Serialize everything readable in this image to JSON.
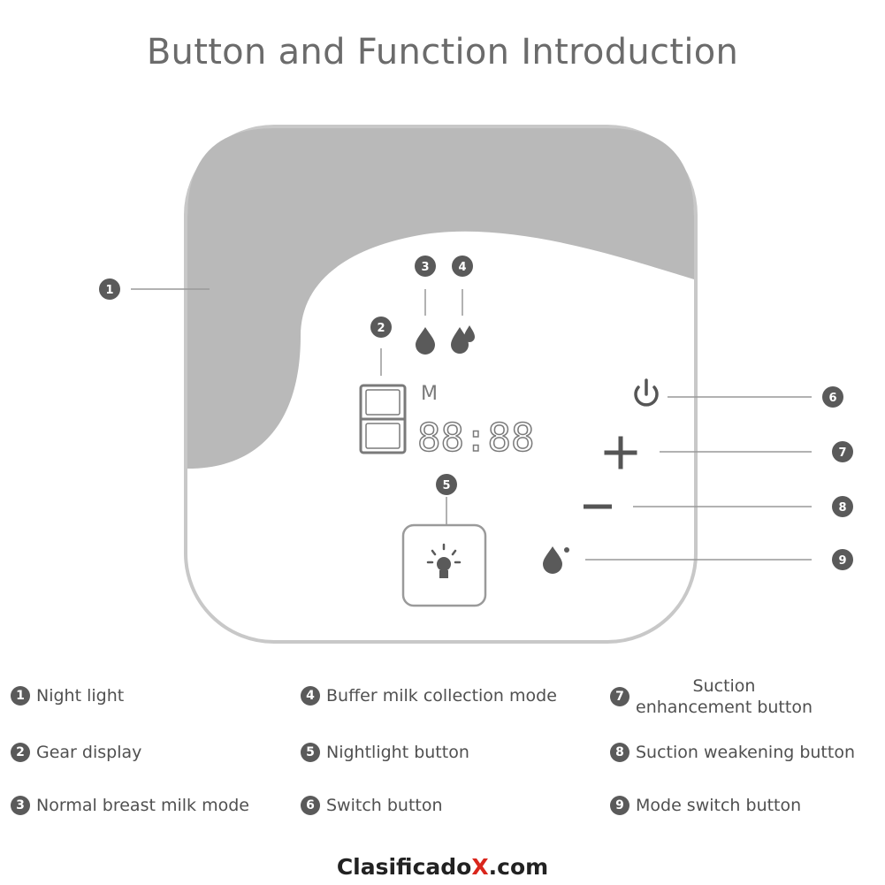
{
  "title": "Button and Function Introduction",
  "display": {
    "gear_digit": "8",
    "mode_letter": "M",
    "time": "88:88"
  },
  "callouts": [
    "1",
    "2",
    "3",
    "4",
    "5",
    "6",
    "7",
    "8",
    "9"
  ],
  "legend": [
    {
      "num": "1",
      "text": "Night light"
    },
    {
      "num": "2",
      "text": "Gear display"
    },
    {
      "num": "3",
      "text": "Normal breast milk mode"
    },
    {
      "num": "4",
      "text": "Buffer milk collection mode"
    },
    {
      "num": "5",
      "text": "Nightlight button"
    },
    {
      "num": "6",
      "text": "Switch button"
    },
    {
      "num": "7",
      "text_line1": "Suction",
      "text_line2": "enhancement button"
    },
    {
      "num": "8",
      "text": "Suction weakening button"
    },
    {
      "num": "9",
      "text": "Mode switch button"
    }
  ],
  "footer": {
    "part1": "Clasificado",
    "part2": "X",
    "part3": ".com"
  },
  "colors": {
    "device_outline": "#c8c8c8",
    "light_band": "#b9b9b9",
    "badge": "#5a5a5a",
    "accent_red": "#d9261c"
  }
}
